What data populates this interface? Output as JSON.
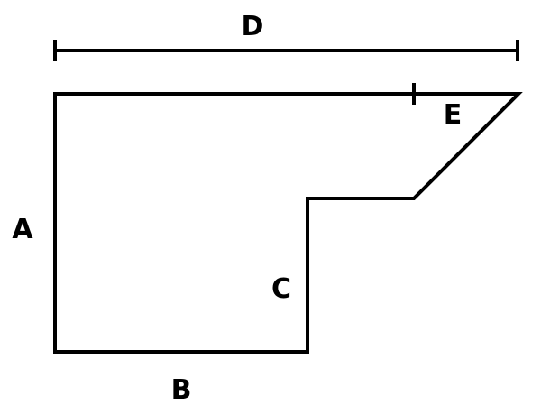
{
  "labels": {
    "a": "A",
    "b": "B",
    "c": "C",
    "d": "D",
    "e": "E"
  },
  "colors": {
    "stroke": "#000000",
    "background": "#ffffff"
  }
}
